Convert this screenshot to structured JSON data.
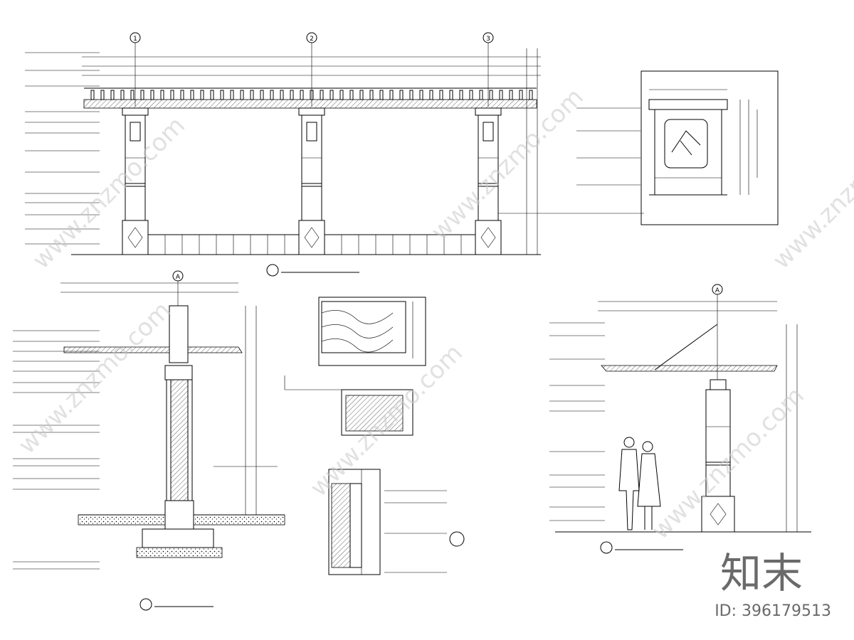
{
  "grid_labels": {
    "top": [
      "1",
      "2",
      "3"
    ],
    "section_a": "A",
    "side_a": "A"
  },
  "brand": {
    "logo_text": "知末",
    "id_text": "ID: 396179513"
  },
  "colors": {
    "line": "#000000",
    "watermark": "#c9c9c9",
    "brand": "#6a6a6a",
    "background": "#ffffff"
  }
}
